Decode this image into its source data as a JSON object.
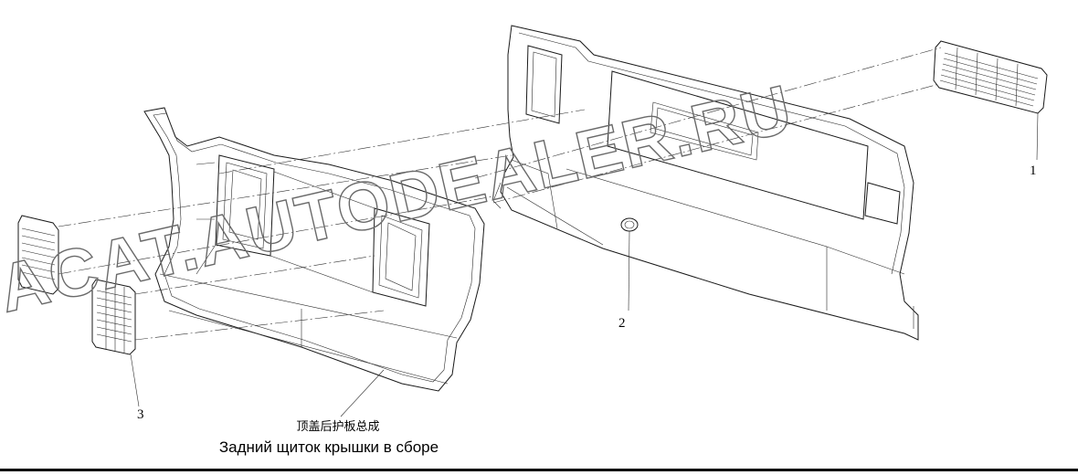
{
  "watermark": "ACAT.AUTODEALER.RU",
  "callouts": [
    {
      "id": "1",
      "label": "1"
    },
    {
      "id": "2",
      "label": "2"
    },
    {
      "id": "3",
      "label": "3"
    }
  ],
  "caption": {
    "chinese": "顶盖后护板总成",
    "russian": "Задний щиток крышки в сборе"
  }
}
